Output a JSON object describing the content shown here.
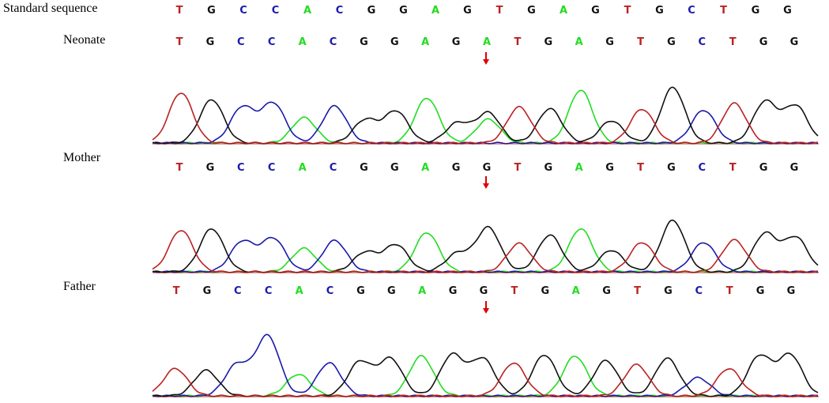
{
  "labels": {
    "standard": "Standard sequence",
    "neonate": "Neonate",
    "mother": "Mother",
    "father": "Father"
  },
  "colors": {
    "A": "#22dd22",
    "C": "#1a1aaa",
    "G": "#111111",
    "T": "#bb2222",
    "marker": "#dd0000"
  },
  "sequences": {
    "standard": [
      "T",
      "G",
      "C",
      "C",
      "A",
      "C",
      "G",
      "G",
      "A",
      "G",
      "T",
      "G",
      "A",
      "G",
      "T",
      "G",
      "C",
      "T",
      "G",
      "G"
    ],
    "neonate": [
      "T",
      "G",
      "C",
      "C",
      "A",
      "C",
      "G",
      "G",
      "A",
      "G",
      "A",
      "T",
      "G",
      "A",
      "G",
      "T",
      "G",
      "C",
      "T",
      "G",
      "G"
    ],
    "mother": [
      "T",
      "G",
      "C",
      "C",
      "A",
      "C",
      "G",
      "G",
      "A",
      "G",
      "G",
      "T",
      "G",
      "A",
      "G",
      "T",
      "G",
      "C",
      "T",
      "G",
      "G"
    ],
    "father": [
      "T",
      "G",
      "C",
      "C",
      "A",
      "C",
      "G",
      "G",
      "A",
      "G",
      "G",
      "T",
      "G",
      "A",
      "G",
      "T",
      "G",
      "C",
      "T",
      "G",
      "G"
    ]
  },
  "traces": {
    "neonate": {
      "peaks": [
        [
          "T",
          0.95
        ],
        [
          "G",
          0.82
        ],
        [
          "C",
          0.68
        ],
        [
          "C",
          0.75
        ],
        [
          "A",
          0.48
        ],
        [
          "C",
          0.7
        ],
        [
          "G",
          0.44
        ],
        [
          "G",
          0.6
        ],
        [
          "A",
          0.85
        ],
        [
          "G",
          0.38
        ],
        [
          "G",
          0.57
        ],
        [
          "T",
          0.68
        ],
        [
          "G",
          0.65
        ],
        [
          "A",
          1.0
        ],
        [
          "G",
          0.42
        ],
        [
          "T",
          0.64
        ],
        [
          "G",
          1.05
        ],
        [
          "C",
          0.62
        ],
        [
          "T",
          0.75
        ],
        [
          "G",
          0.78
        ],
        [
          "G",
          0.7
        ]
      ],
      "mutant_peak": {
        "index": 10,
        "base": "A",
        "height": 0.45
      }
    },
    "mother": {
      "peaks": [
        [
          "T",
          0.85
        ],
        [
          "G",
          0.88
        ],
        [
          "C",
          0.62
        ],
        [
          "C",
          0.68
        ],
        [
          "A",
          0.48
        ],
        [
          "C",
          0.64
        ],
        [
          "G",
          0.4
        ],
        [
          "G",
          0.55
        ],
        [
          "A",
          0.8
        ],
        [
          "G",
          0.38
        ],
        [
          "G",
          0.9
        ],
        [
          "T",
          0.58
        ],
        [
          "G",
          0.75
        ],
        [
          "A",
          0.88
        ],
        [
          "G",
          0.44
        ],
        [
          "T",
          0.6
        ],
        [
          "G",
          1.05
        ],
        [
          "C",
          0.6
        ],
        [
          "T",
          0.65
        ],
        [
          "G",
          0.78
        ],
        [
          "G",
          0.7
        ]
      ]
    },
    "father": {
      "peaks": [
        [
          "T",
          0.48
        ],
        [
          "G",
          0.45
        ],
        [
          "C",
          0.55
        ],
        [
          "C",
          1.05
        ],
        [
          "A",
          0.38
        ],
        [
          "C",
          0.58
        ],
        [
          "G",
          0.6
        ],
        [
          "G",
          0.65
        ],
        [
          "A",
          0.7
        ],
        [
          "G",
          0.72
        ],
        [
          "G",
          0.65
        ],
        [
          "T",
          0.58
        ],
        [
          "G",
          0.72
        ],
        [
          "A",
          0.7
        ],
        [
          "G",
          0.62
        ],
        [
          "T",
          0.55
        ],
        [
          "G",
          0.66
        ],
        [
          "C",
          0.32
        ],
        [
          "T",
          0.48
        ],
        [
          "G",
          0.7
        ],
        [
          "G",
          0.72
        ]
      ]
    }
  }
}
